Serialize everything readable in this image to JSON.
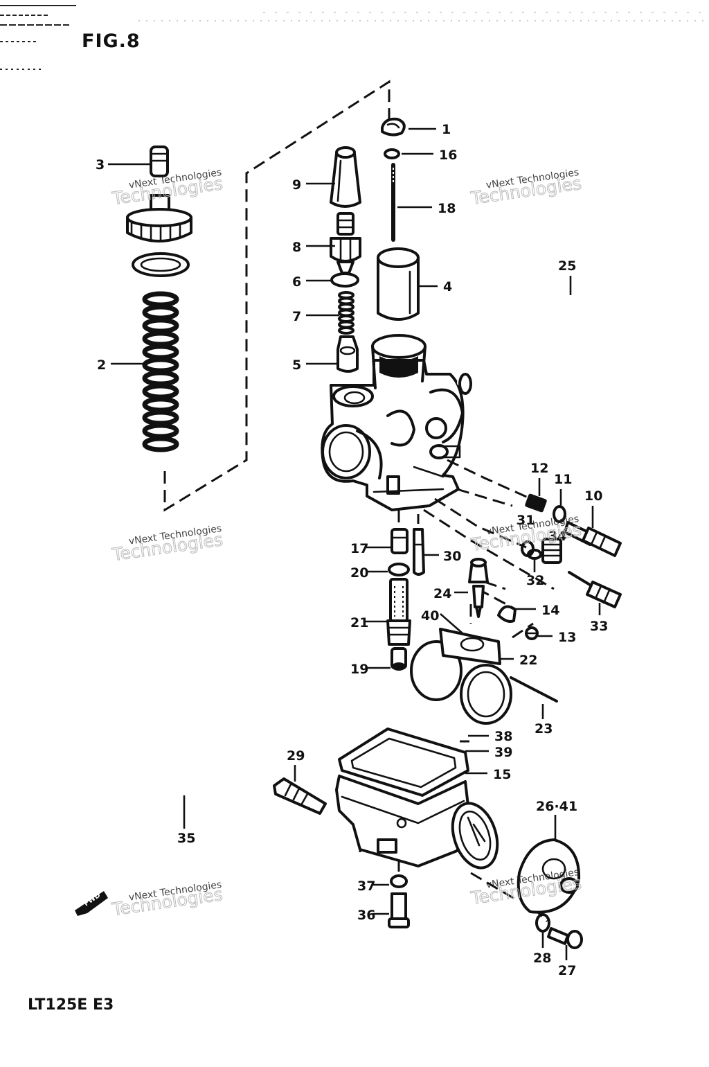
{
  "header": {
    "figure_label": "FIG.8"
  },
  "footer": {
    "model_code": "LT125E E3"
  },
  "watermark": {
    "line1": "vNext Technologies",
    "line2": "Technologies"
  },
  "callouts": [
    {
      "id": "c1",
      "label": "1"
    },
    {
      "id": "c2",
      "label": "2"
    },
    {
      "id": "c3",
      "label": "3"
    },
    {
      "id": "c4",
      "label": "4"
    },
    {
      "id": "c5",
      "label": "5"
    },
    {
      "id": "c6",
      "label": "6"
    },
    {
      "id": "c7",
      "label": "7"
    },
    {
      "id": "c8",
      "label": "8"
    },
    {
      "id": "c9",
      "label": "9"
    },
    {
      "id": "c10",
      "label": "10"
    },
    {
      "id": "c11",
      "label": "11"
    },
    {
      "id": "c12",
      "label": "12"
    },
    {
      "id": "c13",
      "label": "13"
    },
    {
      "id": "c14",
      "label": "14"
    },
    {
      "id": "c15",
      "label": "15"
    },
    {
      "id": "c16",
      "label": "16"
    },
    {
      "id": "c17",
      "label": "17"
    },
    {
      "id": "c18",
      "label": "18"
    },
    {
      "id": "c19",
      "label": "19"
    },
    {
      "id": "c20",
      "label": "20"
    },
    {
      "id": "c21",
      "label": "21"
    },
    {
      "id": "c22",
      "label": "22"
    },
    {
      "id": "c23",
      "label": "23"
    },
    {
      "id": "c24",
      "label": "24"
    },
    {
      "id": "c25",
      "label": "25"
    },
    {
      "id": "c26_41",
      "label": "26·41"
    },
    {
      "id": "c27",
      "label": "27"
    },
    {
      "id": "c28",
      "label": "28"
    },
    {
      "id": "c29",
      "label": "29"
    },
    {
      "id": "c30",
      "label": "30"
    },
    {
      "id": "c31",
      "label": "31"
    },
    {
      "id": "c32",
      "label": "32"
    },
    {
      "id": "c33",
      "label": "33"
    },
    {
      "id": "c34",
      "label": "34"
    },
    {
      "id": "c35",
      "label": "35"
    },
    {
      "id": "c36",
      "label": "36"
    },
    {
      "id": "c37",
      "label": "37"
    },
    {
      "id": "c38",
      "label": "38"
    },
    {
      "id": "c39",
      "label": "39"
    },
    {
      "id": "c40",
      "label": "40"
    }
  ],
  "direction_badge": {
    "label": "FWD"
  }
}
